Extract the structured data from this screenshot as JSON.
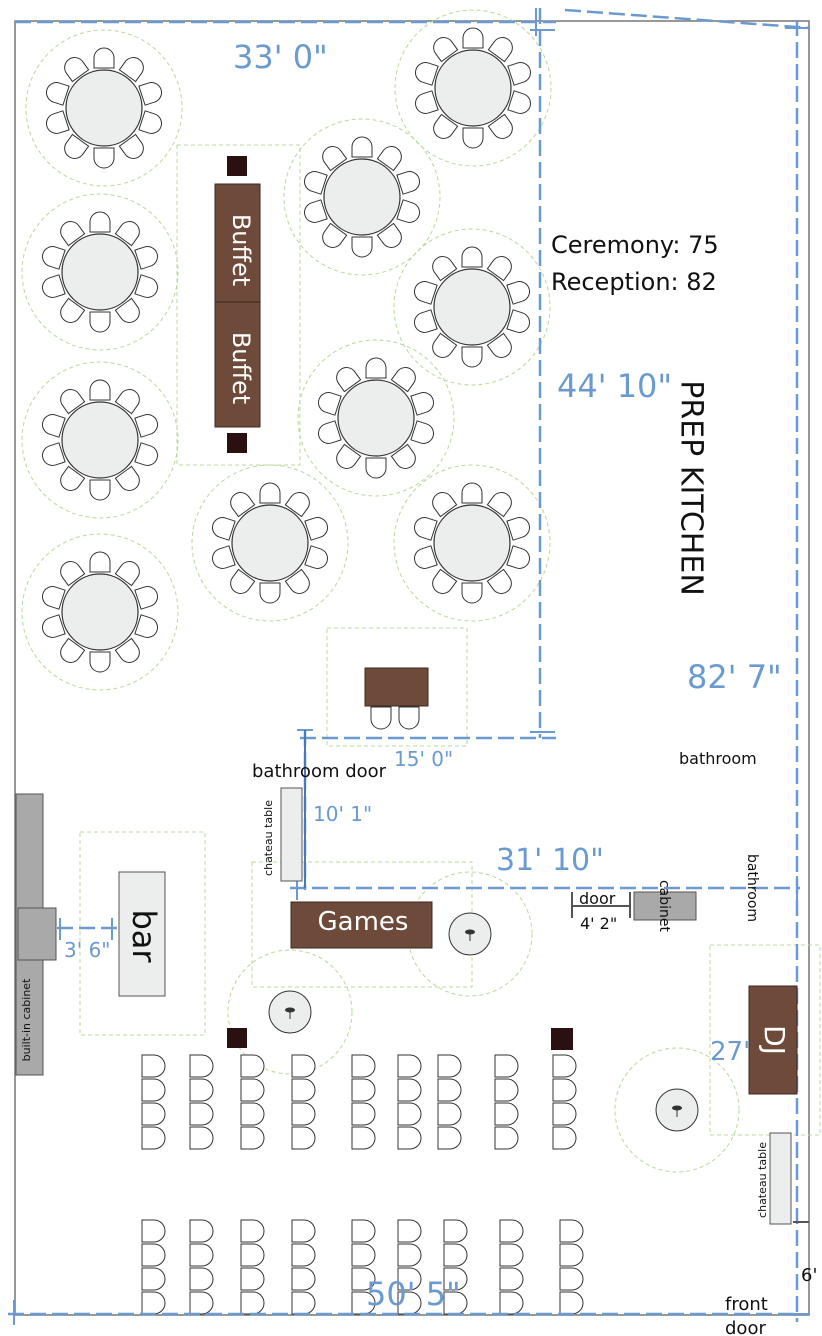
{
  "dimensions": {
    "top_width": "33' 0\"",
    "right_room_height": "44' 10\"",
    "overall_height": "82' 7\"",
    "table_area_width": "15' 0\"",
    "bath_wall_height": "10' 1\"",
    "hall_width": "31' 10\"",
    "door_width": "4' 2\"",
    "bar_gap": "3' 6\"",
    "dj_depth": "27'",
    "front_door_width": "6'",
    "bottom_width": "50' 5\""
  },
  "counts": {
    "ceremony": "Ceremony: 75",
    "reception": "Reception: 82"
  },
  "labels": {
    "buffet_1": "Buffet",
    "buffet_2": "Buffet",
    "prep_kitchen": "PREP KITCHEN",
    "bathroom_door": "bathroom door",
    "bathroom_1": "bathroom",
    "bathroom_2": "bathroom",
    "chateau_table_1": "chateau table",
    "chateau_table_2": "chateau table",
    "games": "Games",
    "bar": "bar",
    "built_in_cabinet": "built-in cabinet",
    "door": "door",
    "cabinet": "cabinet",
    "dj": "DJ",
    "front_door_1": "front",
    "front_door_2": "door"
  },
  "colors": {
    "furniture_brown": "#6e4a3a",
    "table_fill": "#eceeee",
    "dimension_blue": "#6a9ad0",
    "zone_green": "#b8d89a",
    "cabinet_gray": "#a9a9a9"
  }
}
